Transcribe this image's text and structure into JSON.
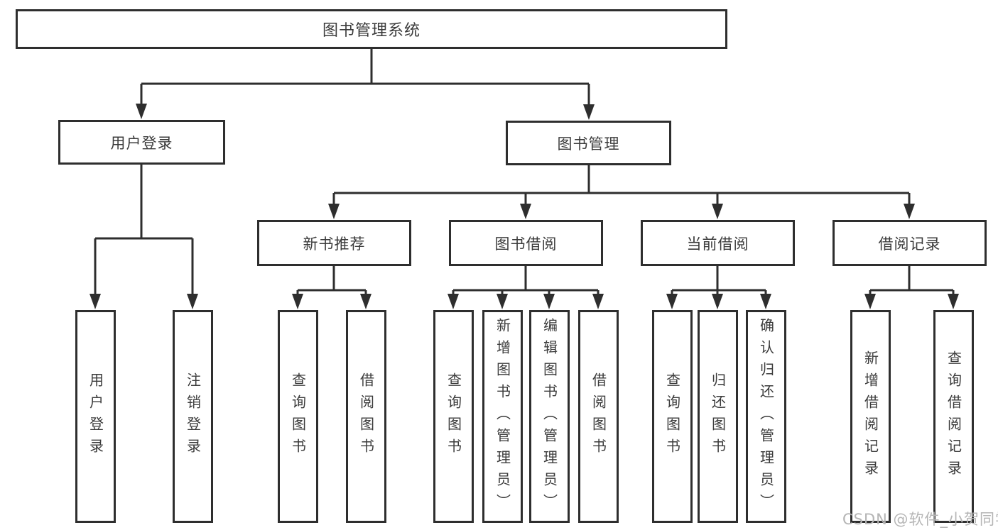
{
  "colors": {
    "background": "#ffffff",
    "line": "#2e2e2e",
    "box_border": "#2e2e2e",
    "text": "#3b3b3b",
    "watermark": "#b5b5b5"
  },
  "watermark": "CSDN @软件_小贺同学",
  "tree": {
    "root": "图书管理系统",
    "branches": [
      {
        "label": "用户登录",
        "children": [
          "用户登录",
          "注销登录"
        ]
      },
      {
        "label": "图书管理",
        "groups": [
          {
            "label": "新书推荐",
            "children": [
              "查询图书",
              "借阅图书"
            ]
          },
          {
            "label": "图书借阅",
            "children": [
              "查询图书",
              "新增图书（管理员）",
              "编辑图书（管理员）",
              "借阅图书"
            ]
          },
          {
            "label": "当前借阅",
            "children": [
              "查询图书",
              "归还图书",
              "确认归还（管理员）"
            ]
          },
          {
            "label": "借阅记录",
            "children": [
              "新增借阅记录",
              "查询借阅记录"
            ]
          }
        ]
      }
    ]
  }
}
